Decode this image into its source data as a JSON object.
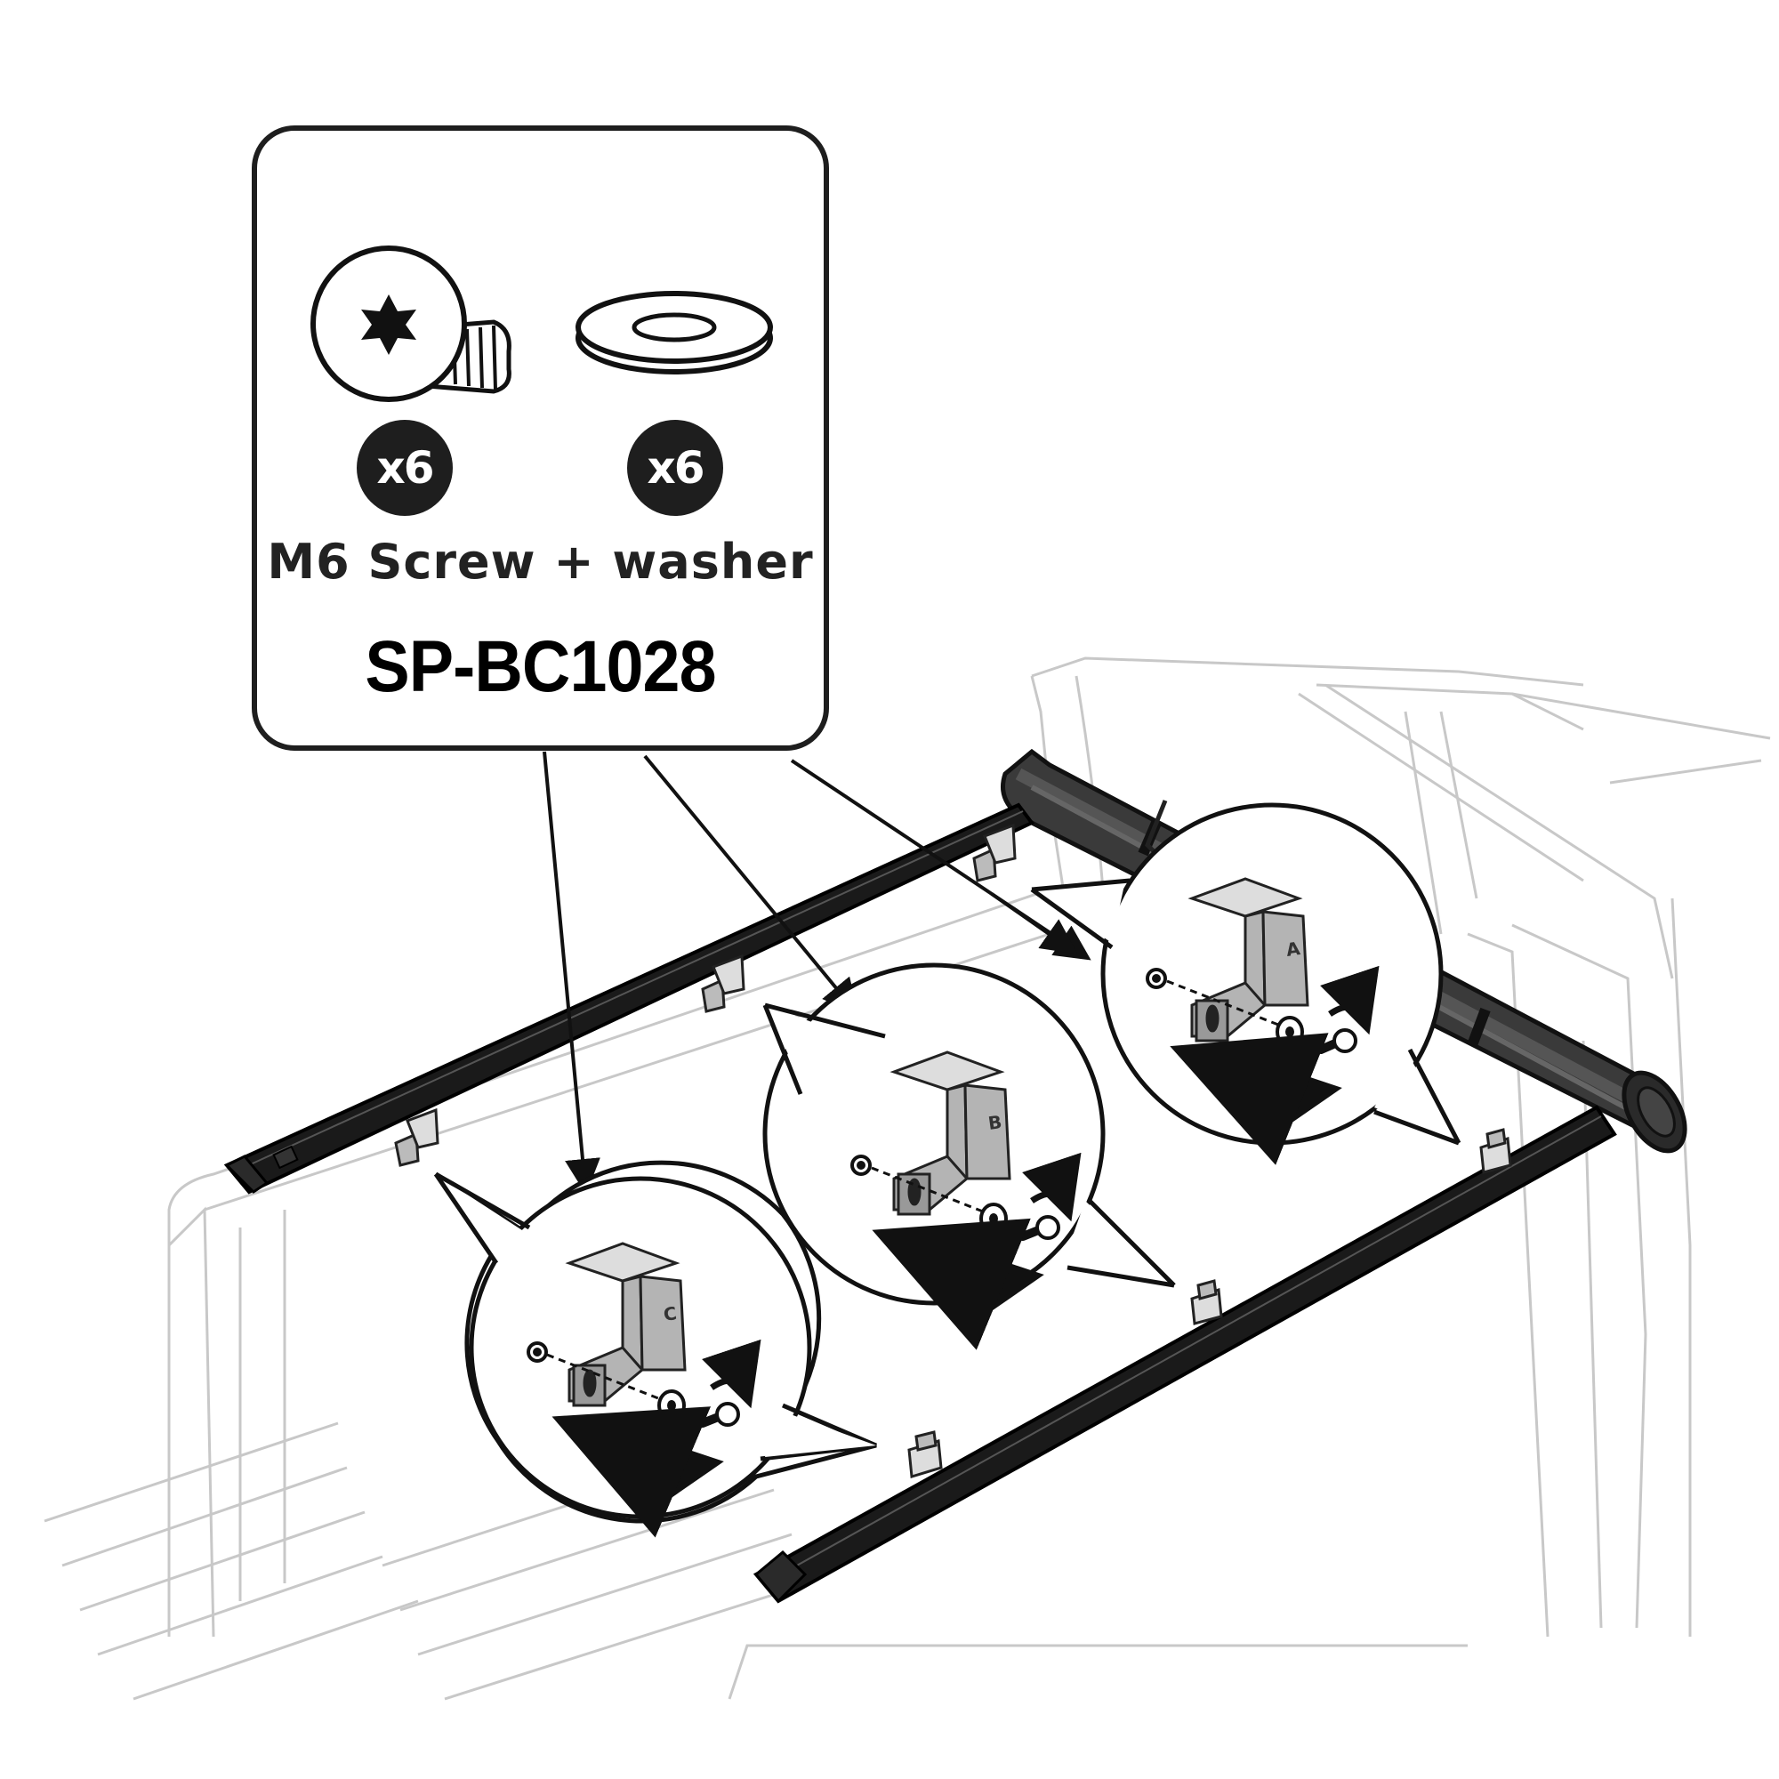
{
  "parts": {
    "screw_qty": "x6",
    "washer_qty": "x6",
    "label": "M6 Screw + washer",
    "part_number": "SP-BC1028"
  },
  "callouts": {
    "a_letter": "A",
    "b_letter": "B",
    "c_letter": "C"
  },
  "colors": {
    "ink": "#1e1e1e",
    "bed_lines": "#c8c8c8",
    "bracket_fill": "#b4b4b4",
    "rail": "#1a1a1a",
    "roll": "#3a3a3a"
  }
}
